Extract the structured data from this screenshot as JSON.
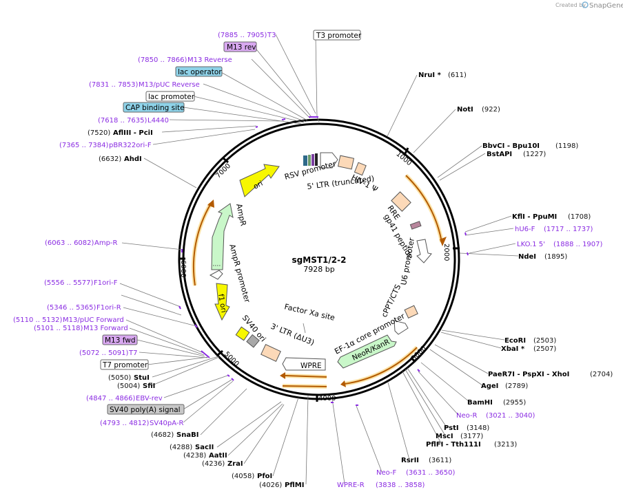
{
  "header": {
    "credit": "Created by",
    "brand": "SnapGene"
  },
  "plasmid": {
    "name": "sgMST1/2-2",
    "length_label": "7928 bp",
    "length": 7928
  },
  "ticks": [
    {
      "pos": 1000,
      "label": "1000"
    },
    {
      "pos": 2000,
      "label": "2000"
    },
    {
      "pos": 3000,
      "label": "3000"
    },
    {
      "pos": 4000,
      "label": "4000"
    },
    {
      "pos": 5000,
      "label": "5000"
    },
    {
      "pos": 6000,
      "label": "6000"
    },
    {
      "pos": 7000,
      "label": "7000"
    }
  ],
  "enzymes": [
    {
      "name": "NruI *",
      "coord": "(611)",
      "pos": 611
    },
    {
      "name": "NotI",
      "coord": "(922)",
      "pos": 922
    },
    {
      "name": "BbvCI - Bpu10I",
      "coord": "(1198)",
      "pos": 1198
    },
    {
      "name": "BstAPI",
      "coord": "(1227)",
      "pos": 1227
    },
    {
      "name": "KflI - PpuMI",
      "coord": "(1708)",
      "pos": 1708
    },
    {
      "name": "NdeI",
      "coord": "(1895)",
      "pos": 1895
    },
    {
      "name": "EcoRI",
      "coord": "(2503)",
      "pos": 2503
    },
    {
      "name": "XbaI *",
      "coord": "(2507)",
      "pos": 2507
    },
    {
      "name": "PaeR7I - PspXI - XhoI",
      "coord": "(2704)",
      "pos": 2704
    },
    {
      "name": "AgeI",
      "coord": "(2789)",
      "pos": 2789
    },
    {
      "name": "BamHI",
      "coord": "(2955)",
      "pos": 2955
    },
    {
      "name": "PstI",
      "coord": "(3148)",
      "pos": 3148
    },
    {
      "name": "MscI",
      "coord": "(3177)",
      "pos": 3177
    },
    {
      "name": "PflFI - Tth111I",
      "coord": "(3213)",
      "pos": 3213
    },
    {
      "name": "RsrII",
      "coord": "(3611)",
      "pos": 3611
    },
    {
      "name": "PflMI",
      "coord": "(4026)",
      "pos": 4026
    },
    {
      "name": "PfoI",
      "coord": "(4058)",
      "pos": 4058
    },
    {
      "name": "ZraI",
      "coord": "(4236)",
      "pos": 4236
    },
    {
      "name": "AatII",
      "coord": "(4238)",
      "pos": 4238
    },
    {
      "name": "SacII",
      "coord": "(4288)",
      "pos": 4288
    },
    {
      "name": "SnaBI",
      "coord": "(4682)",
      "pos": 4682
    },
    {
      "name": "SfiI",
      "coord": "(5004)",
      "pos": 5004
    },
    {
      "name": "StuI",
      "coord": "(5050)",
      "pos": 5050
    },
    {
      "name": "AhdI",
      "coord": "(6632)",
      "pos": 6632
    },
    {
      "name": "AflIII - PciI",
      "coord": "(7520)",
      "pos": 7520
    }
  ],
  "primers": [
    {
      "name": "T3",
      "coord": "(7885 .. 7905)"
    },
    {
      "name": "M13 Reverse",
      "coord": "(7850 .. 7866)"
    },
    {
      "name": "M13/pUC Reverse",
      "coord": "(7831 .. 7853)"
    },
    {
      "name": "L4440",
      "coord": "(7618 .. 7635)"
    },
    {
      "name": "pBR322ori-F",
      "coord": "(7365 .. 7384)"
    },
    {
      "name": "hU6-F",
      "coord": "(1717 .. 1737)"
    },
    {
      "name": "LKO.1 5'",
      "coord": "(1888 .. 1907)"
    },
    {
      "name": "Neo-R",
      "coord": "(3021 .. 3040)"
    },
    {
      "name": "Neo-F",
      "coord": "(3631 .. 3650)"
    },
    {
      "name": "WPRE-R",
      "coord": "(3838 .. 3858)"
    },
    {
      "name": "SV40pA-R",
      "coord": "(4793 .. 4812)"
    },
    {
      "name": "EBV-rev",
      "coord": "(4847 .. 4866)"
    },
    {
      "name": "T7",
      "coord": "(5072 .. 5091)"
    },
    {
      "name": "M13 Forward",
      "coord": "(5101 .. 5118)"
    },
    {
      "name": "M13/pUC Forward",
      "coord": "(5110 .. 5132)"
    },
    {
      "name": "F1ori-R",
      "coord": "(5346 .. 5365)"
    },
    {
      "name": "F1ori-F",
      "coord": "(5556 .. 5577)"
    },
    {
      "name": "Amp-R",
      "coord": "(6063 .. 6082)"
    }
  ],
  "label_boxes": [
    {
      "text": "T3 promoter",
      "style": "plain"
    },
    {
      "text": "M13 rev",
      "style": "purple"
    },
    {
      "text": "lac operator",
      "style": "teal"
    },
    {
      "text": "lac promoter",
      "style": "plain"
    },
    {
      "text": "CAP binding site",
      "style": "teal"
    },
    {
      "text": "M13 fwd",
      "style": "purple"
    },
    {
      "text": "T7 promoter",
      "style": "plain"
    },
    {
      "text": "SV40 poly(A) signal",
      "style": "gray"
    }
  ],
  "features": [
    {
      "label": "RSV promoter"
    },
    {
      "label": "5' LTR (truncated)"
    },
    {
      "label": "HIV-1 Ψ"
    },
    {
      "label": "RRE"
    },
    {
      "label": "gp41 peptide"
    },
    {
      "label": "U6 promoter"
    },
    {
      "label": "cPPT/CTS"
    },
    {
      "label": "EF-1α core promoter"
    },
    {
      "label": "NeoR/KanR"
    },
    {
      "label": "WPRE"
    },
    {
      "label": "3' LTR (ΔU3)"
    },
    {
      "label": "Factor Xa site"
    },
    {
      "label": "SV40 ori"
    },
    {
      "label": "f1 ori"
    },
    {
      "label": "AmpR promoter"
    },
    {
      "label": "AmpR"
    },
    {
      "label": "ori"
    }
  ],
  "colors": {
    "backbone": "#000000",
    "orf_arrow": "#f5a623",
    "promoter_fill": "#ffffff",
    "ltr_fill": "#fcd9b8",
    "amp_fill": "#c9f7c9",
    "ori_fill": "#f7f700",
    "gray_fill": "#a8a8a8",
    "purple_text": "#a23fd6",
    "teal_box": "#8ed2e8",
    "purple_box": "#d8a8f0",
    "gray_box": "#c8c8c8"
  }
}
